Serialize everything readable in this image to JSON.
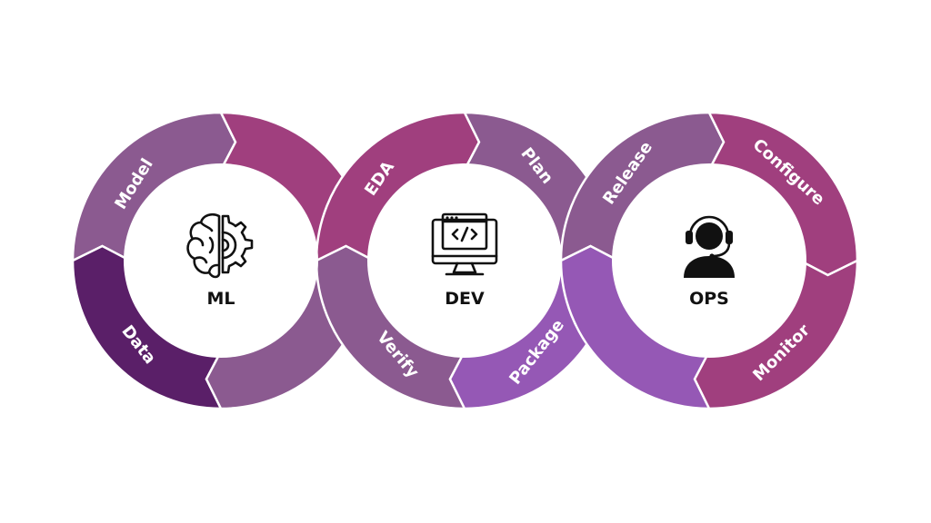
{
  "colors": {
    "mauve": "#8B5A90",
    "magenta": "#A03F7E",
    "plum": "#5A1F68",
    "violet": "#9558B5",
    "white": "#FFFFFF",
    "ink": "#111111"
  },
  "rings": [
    {
      "id": "ml",
      "label": "ML",
      "icon": "brain-gear-icon",
      "segments": [
        {
          "label": "Model",
          "color": "mauve"
        },
        {
          "label": "Data",
          "color": "plum"
        }
      ]
    },
    {
      "id": "dev",
      "label": "DEV",
      "icon": "code-monitor-icon",
      "segments": [
        {
          "label": "EDA",
          "color": "magenta"
        },
        {
          "label": "Plan",
          "color": "mauve"
        },
        {
          "label": "Verify",
          "color": "mauve"
        },
        {
          "label": "Package",
          "color": "violet"
        }
      ]
    },
    {
      "id": "ops",
      "label": "OPS",
      "icon": "headset-operator-icon",
      "segments": [
        {
          "label": "Release",
          "color": "mauve"
        },
        {
          "label": "Configure",
          "color": "magenta"
        },
        {
          "label": "Monitor",
          "color": "magenta"
        }
      ]
    }
  ]
}
